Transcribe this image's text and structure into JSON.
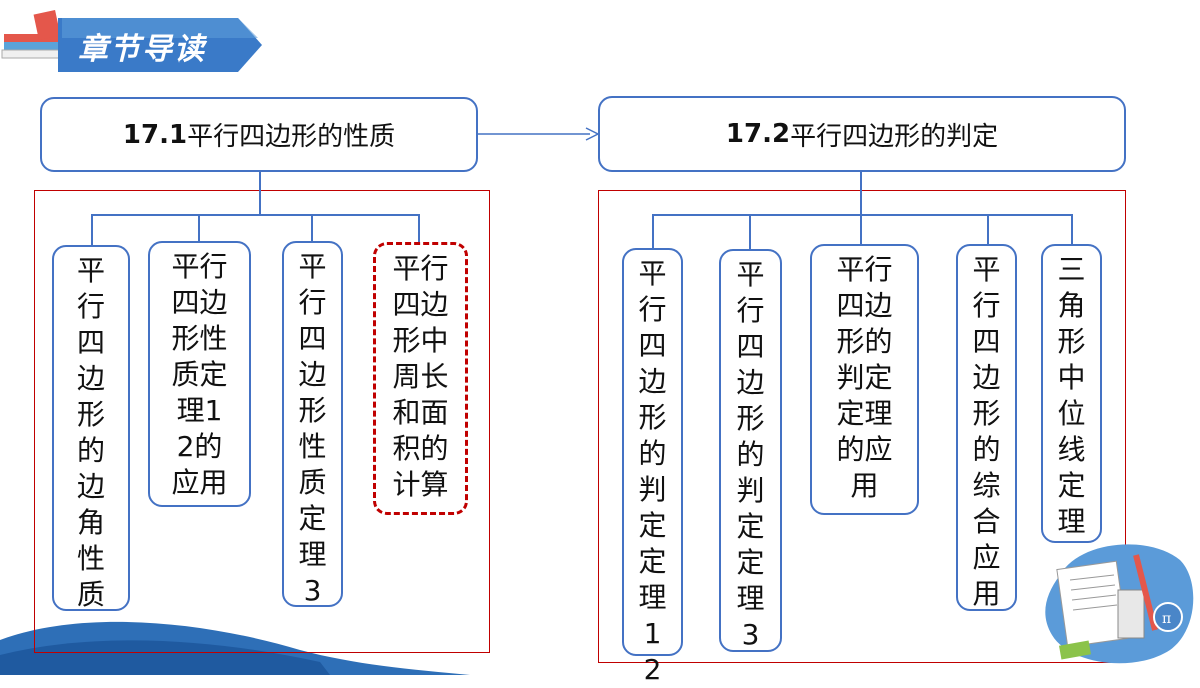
{
  "title": "章节导读",
  "sections": [
    {
      "heading_num": "17.1",
      "heading_text": "平行四边形的性质",
      "items": [
        "平行四边形的边角性质",
        "平行四边形性质定理12的应用",
        "平行四边形性质定理3",
        "平行四边形中周长和面积的计算"
      ]
    },
    {
      "heading_num": "17.2",
      "heading_text": "平行四边形的判定",
      "items": [
        "平行四边形的判定定理12",
        "平行四边形的判定定理3",
        "平行四边形的判定定理的应用",
        "平行四边形的综合应用",
        "三角形中位线定理"
      ]
    }
  ],
  "colors": {
    "box_border": "#4472c4",
    "frame_border": "#c00000",
    "banner": "#3a7ac8"
  }
}
